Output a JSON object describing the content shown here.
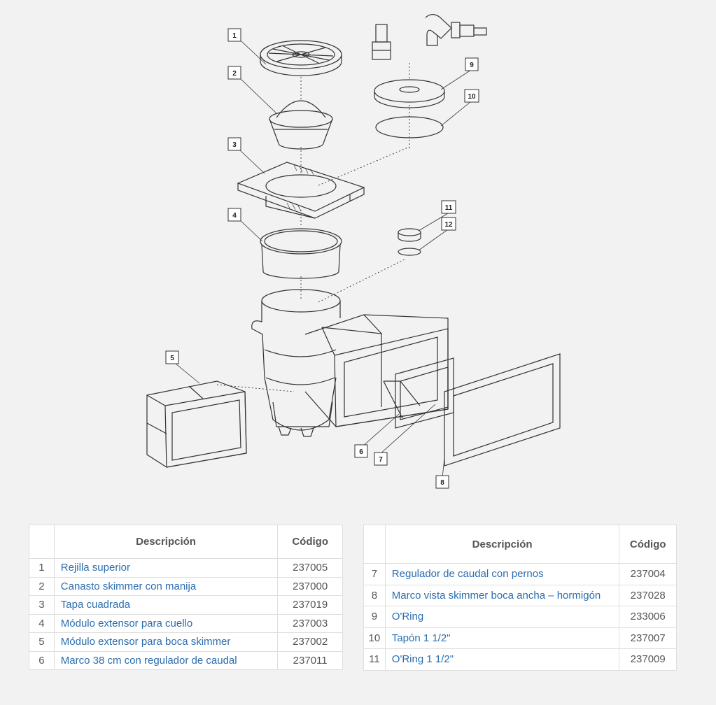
{
  "callouts": [
    "1",
    "2",
    "3",
    "4",
    "5",
    "6",
    "7",
    "8",
    "9",
    "10",
    "11",
    "12"
  ],
  "table_left": {
    "headers": {
      "num": "",
      "description": "Descripción",
      "code": "Código"
    },
    "rows": [
      {
        "num": "1",
        "description": "Rejilla superior",
        "code": "237005"
      },
      {
        "num": "2",
        "description": "Canasto skimmer con manija",
        "code": "237000"
      },
      {
        "num": "3",
        "description": "Tapa cuadrada",
        "code": "237019"
      },
      {
        "num": "4",
        "description": "Módulo extensor para cuello",
        "code": "237003"
      },
      {
        "num": "5",
        "description": "Módulo extensor para boca skimmer",
        "code": "237002"
      },
      {
        "num": "6",
        "description": "Marco 38 cm con regulador de caudal",
        "code": "237011"
      }
    ]
  },
  "table_right": {
    "headers": {
      "num": "",
      "description": "Descripción",
      "code": "Código"
    },
    "rows": [
      {
        "num": "7",
        "description": "Regulador de caudal con pernos",
        "code": "237004"
      },
      {
        "num": "8",
        "description": "Marco vista skimmer boca ancha – hormigón",
        "code": "237028"
      },
      {
        "num": "9",
        "description": "O'Ring",
        "code": "233006"
      },
      {
        "num": "10",
        "description": "Tapón 1 1/2\"",
        "code": "237007"
      },
      {
        "num": "11",
        "description": "O'Ring 1 1/2\"",
        "code": "237009"
      }
    ]
  },
  "colors": {
    "link": "#2a6db0",
    "line": "#333333",
    "background": "#f2f2f2"
  }
}
